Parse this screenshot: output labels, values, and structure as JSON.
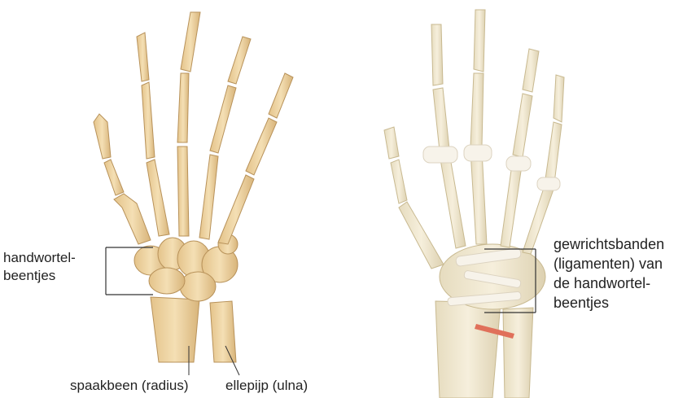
{
  "labels": {
    "carpals_left": [
      "handwortel-",
      "beentjes"
    ],
    "radius": "spaakbeen (radius)",
    "ulna": "ellepijp (ulna)",
    "ligaments": [
      "gewrichtsbanden",
      "(ligamenten) van",
      "de handwortel-",
      "beentjes"
    ]
  },
  "colors": {
    "bone": "#efd5a4",
    "bone_shade": "#d9b67a",
    "bone_outline": "#b8925a",
    "bone_right": "#f3e9cf",
    "ligament": "#f7f3ea",
    "ligament_shade": "#dcd3c0",
    "accent_red": "#e0705a",
    "bracket": "#333333"
  }
}
